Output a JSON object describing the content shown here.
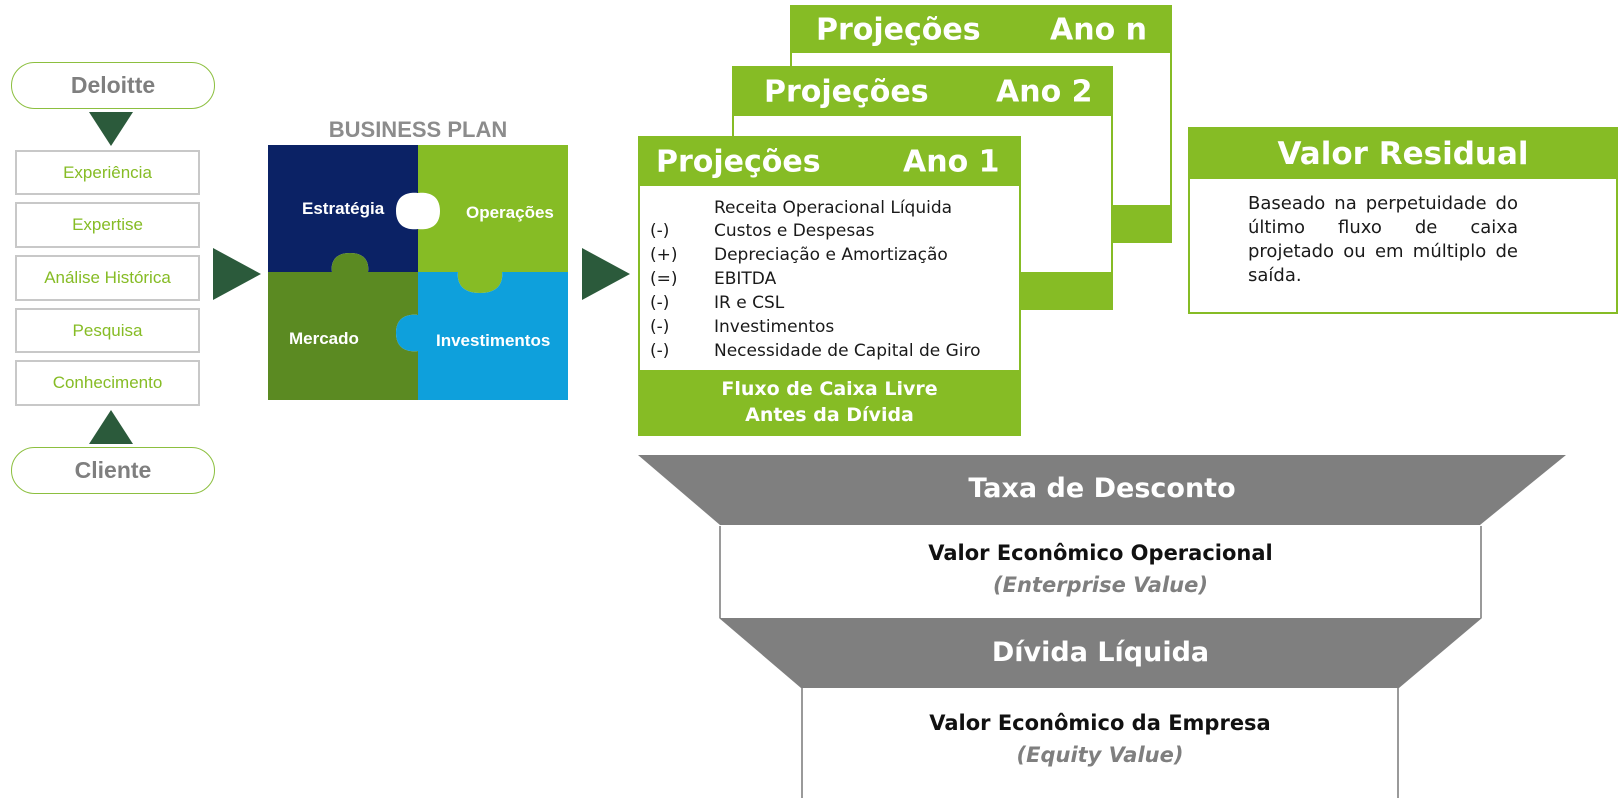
{
  "colors": {
    "green": "#86bc25",
    "dark_green": "#2b5a3b",
    "navy": "#0b2265",
    "olive": "#5b8a22",
    "blue": "#0ea0dc",
    "grey": "#7f7f7f"
  },
  "left": {
    "top_pill": "Deloitte",
    "bottom_pill": "Cliente",
    "items": [
      "Experiência",
      "Expertise",
      "Análise Histórica",
      "Pesquisa",
      "Conhecimento"
    ]
  },
  "business_plan": {
    "title": "BUSINESS PLAN",
    "pieces": {
      "top_left": "Estratégia",
      "top_right": "Operações",
      "bottom_left": "Mercado",
      "bottom_right": "Investimentos"
    }
  },
  "projections": {
    "back": {
      "title": "Projeções",
      "year": "Ano n"
    },
    "middle": {
      "title": "Projeções",
      "year": "Ano 2"
    },
    "front": {
      "title": "Projeções",
      "year": "Ano 1"
    },
    "lines": [
      {
        "sign": "",
        "text": "Receita Operacional Líquida"
      },
      {
        "sign": "(-)",
        "text": "Custos e Despesas"
      },
      {
        "sign": "(+)",
        "text": "Depreciação e Amortização"
      },
      {
        "sign": "(=)",
        "text": "EBITDA"
      },
      {
        "sign": "(-)",
        "text": "IR e CSL"
      },
      {
        "sign": "(-)",
        "text": "Investimentos"
      },
      {
        "sign": "(-)",
        "text": "Necessidade de Capital de Giro"
      }
    ],
    "footer_line1": "Fluxo de Caixa Livre",
    "footer_line2": "Antes da Dívida"
  },
  "residual": {
    "title": "Valor Residual",
    "text": "Baseado na perpetuidade do último fluxo de caixa projetado ou em múltiplo de saída."
  },
  "funnel": {
    "discount": "Taxa de Desconto",
    "enterprise_title": "Valor Econômico Operacional",
    "enterprise_sub": "(Enterprise Value)",
    "debt": "Dívida Líquida",
    "equity_title": "Valor Econômico da Empresa",
    "equity_sub": "(Equity Value)"
  }
}
